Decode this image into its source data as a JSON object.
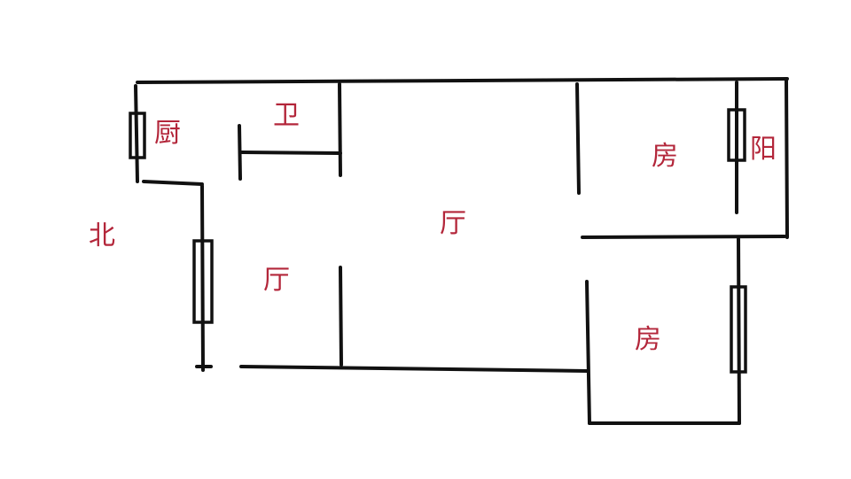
{
  "floorplan": {
    "label_color": "#b3263a",
    "line_color": "#111111",
    "labels": {
      "north": "北",
      "kitchen": "厨",
      "bathroom": "卫",
      "living_main": "厅",
      "living_side": "厅",
      "bedroom_top": "房",
      "bedroom_bottom": "房",
      "balcony": "阳"
    }
  }
}
